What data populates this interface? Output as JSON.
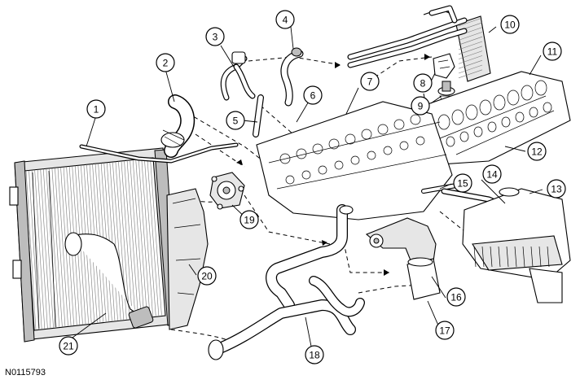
{
  "figure_id": "N0115793",
  "callouts": [
    {
      "label": "1"
    },
    {
      "label": "2"
    },
    {
      "label": "3"
    },
    {
      "label": "4"
    },
    {
      "label": "5"
    },
    {
      "label": "6"
    },
    {
      "label": "7"
    },
    {
      "label": "8"
    },
    {
      "label": "9"
    },
    {
      "label": "10"
    },
    {
      "label": "11"
    },
    {
      "label": "12"
    },
    {
      "label": "13"
    },
    {
      "label": "14"
    },
    {
      "label": "15"
    },
    {
      "label": "16"
    },
    {
      "label": "17"
    },
    {
      "label": "18"
    },
    {
      "label": "19"
    },
    {
      "label": "20"
    },
    {
      "label": "21"
    }
  ]
}
